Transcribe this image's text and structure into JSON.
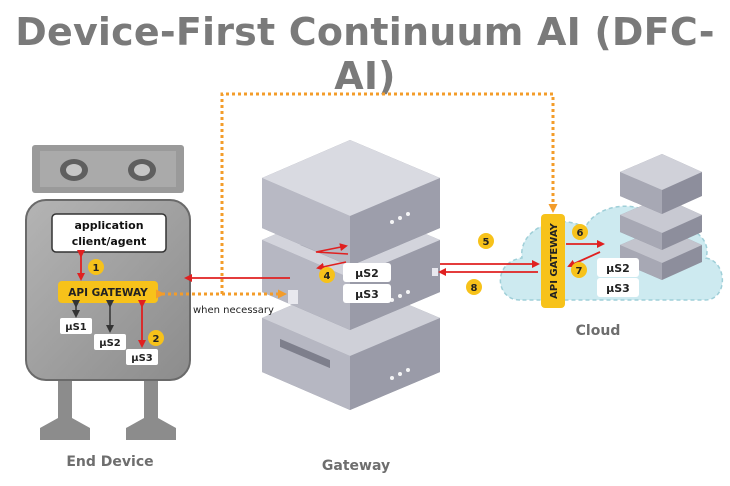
{
  "title": "Device-First Continuum AI (DFC-AI)",
  "end_device": {
    "label": "End Device",
    "app_line1": "application",
    "app_line2": "client/agent",
    "gateway_label": "API GATEWAY",
    "services": [
      "µS1",
      "µS2",
      "µS3"
    ],
    "steps": [
      "1",
      "2"
    ]
  },
  "gateway": {
    "label": "Gateway",
    "services": [
      "µS2",
      "µS3"
    ],
    "step": "4",
    "note": "when necessary"
  },
  "cloud": {
    "label": "Cloud",
    "gateway_label": "API GATEWAY",
    "services": [
      "µS2",
      "µS3"
    ],
    "steps": [
      "5",
      "6",
      "7",
      "8"
    ]
  },
  "colors": {
    "title": "#7a7a7a",
    "accent_yellow": "#f7c21a",
    "arrow_red": "#e02020",
    "dotted_orange": "#f39c2a",
    "cloud_fill": "#cdeaf0",
    "device_body": "#9a9a9a"
  }
}
